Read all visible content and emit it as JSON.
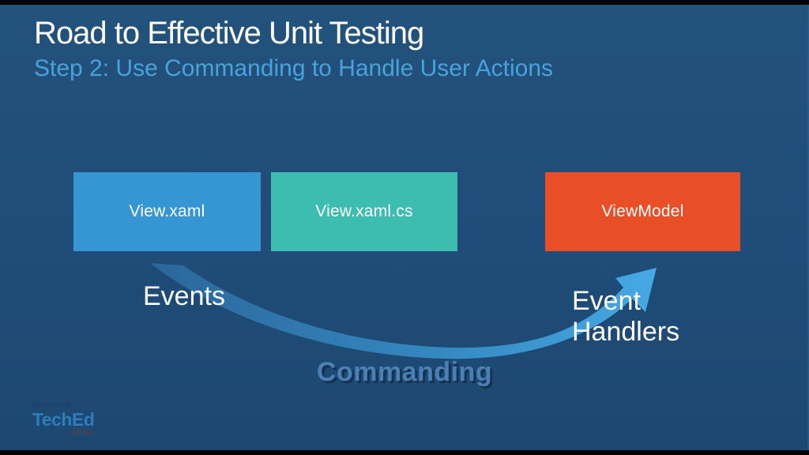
{
  "header": {
    "title": "Road to Effective Unit Testing",
    "subtitle": "Step 2: Use Commanding to Handle User Actions"
  },
  "diagram": {
    "boxes": [
      {
        "label": "View.xaml",
        "color": "#3596D3"
      },
      {
        "label": "View.xaml.cs",
        "color": "#3CBDB0"
      },
      {
        "label": "ViewModel",
        "color": "#E94F26"
      }
    ],
    "events_label": "Events",
    "event_handlers": {
      "line1": "Event",
      "line2": "Handlers"
    },
    "commanding_label": "Commanding",
    "arrow": {
      "icon": "swoosh-curved-arrow",
      "direction": "from-view-xaml-to-viewmodel",
      "color_start": "#2A679A",
      "color_end": "#47A9E4"
    }
  },
  "footer": {
    "logo": {
      "brand": "Microsoft",
      "name": "TechEd",
      "year": "2012"
    }
  },
  "theme": {
    "background": "#1F4C78",
    "letterbox": "#000000",
    "title_color": "#FFFFFF",
    "subtitle_color": "#47A3DC",
    "box_text_color": "#FFFFFF",
    "commanding_color": "#4A80B5",
    "commanding_shadow": "#16324E"
  }
}
